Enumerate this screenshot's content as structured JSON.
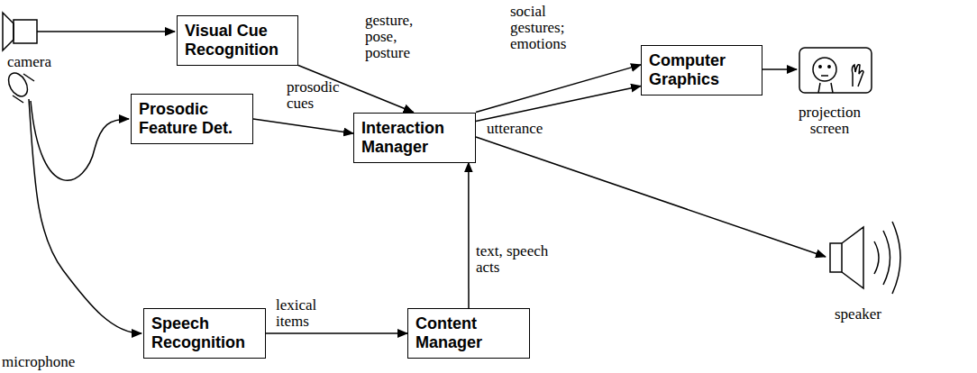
{
  "diagram": {
    "nodes": [
      {
        "text": [
          "Visual Cue Recognition"
        ]
      },
      {
        "text": [
          "Computer Graphics"
        ]
      },
      {
        "text": [
          "Prosodic Feature Det."
        ]
      },
      {
        "text": [
          "Interaction Manager"
        ]
      },
      {
        "text": [
          "Speech Recognition"
        ]
      },
      {
        "text": [
          "Content Manager"
        ]
      }
    ],
    "edges": [
      {
        "from": 0,
        "to": 3,
        "label": "gesture, pose, posture",
        "arrow": "to"
      },
      {
        "from": 2,
        "to": 3,
        "label": "prosodic cues",
        "arrow": "to"
      },
      {
        "from": 4,
        "to": 5,
        "label": "lexical items",
        "arrow": "to"
      },
      {
        "from": 5,
        "to": 3,
        "label": "text, speech acts",
        "arrow": "to"
      },
      {
        "from": 3,
        "to": 1,
        "label": "social gestures; emotions",
        "arrow": "to"
      },
      {
        "from": 3,
        "to": 1,
        "arrow": "to"
      }
    ],
    "labels": [
      "camera",
      "microphone",
      "projection screen",
      "speaker",
      "utterance"
    ]
  }
}
